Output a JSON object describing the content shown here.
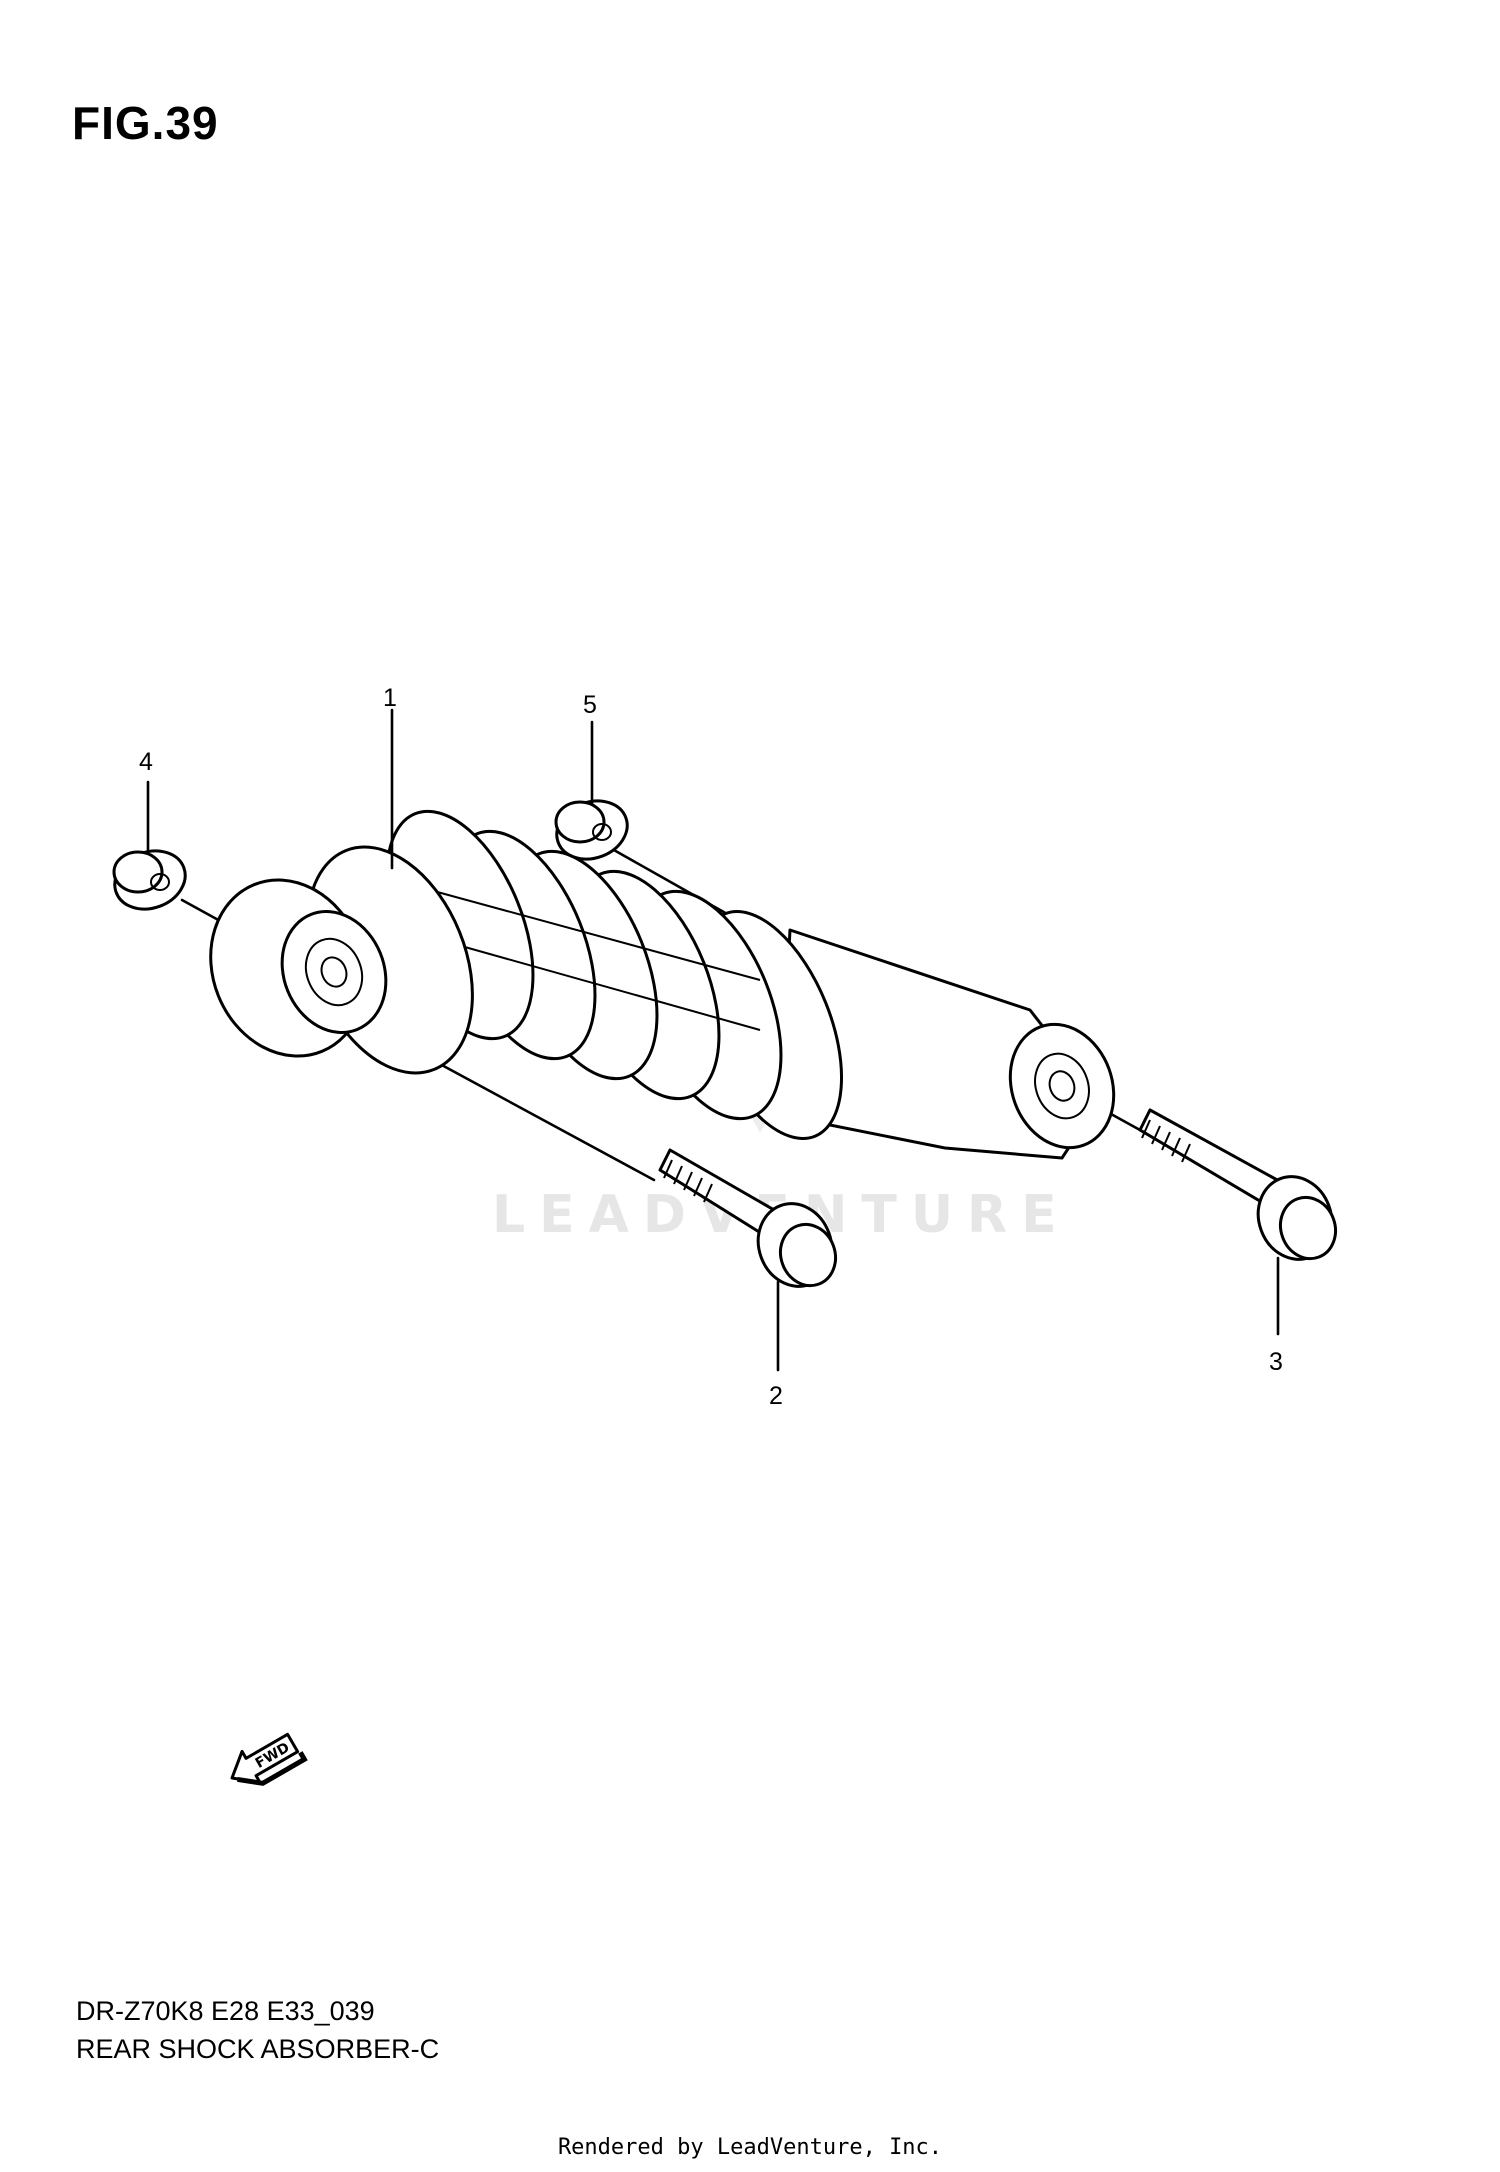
{
  "figure": {
    "title": "FIG.39"
  },
  "callouts": [
    {
      "id": "1",
      "label": "1"
    },
    {
      "id": "2",
      "label": "2"
    },
    {
      "id": "3",
      "label": "3"
    },
    {
      "id": "4",
      "label": "4"
    },
    {
      "id": "5",
      "label": "5"
    }
  ],
  "watermark": {
    "text": "LEADVENTURE"
  },
  "direction_marker": {
    "label": "FWD",
    "icon": "fwd-arrow-icon"
  },
  "footer": {
    "model_code": "DR-Z70K8 E28 E33_039",
    "section_name": "REAR SHOCK ABSORBER-C",
    "rendered_by": "Rendered by LeadVenture, Inc."
  }
}
